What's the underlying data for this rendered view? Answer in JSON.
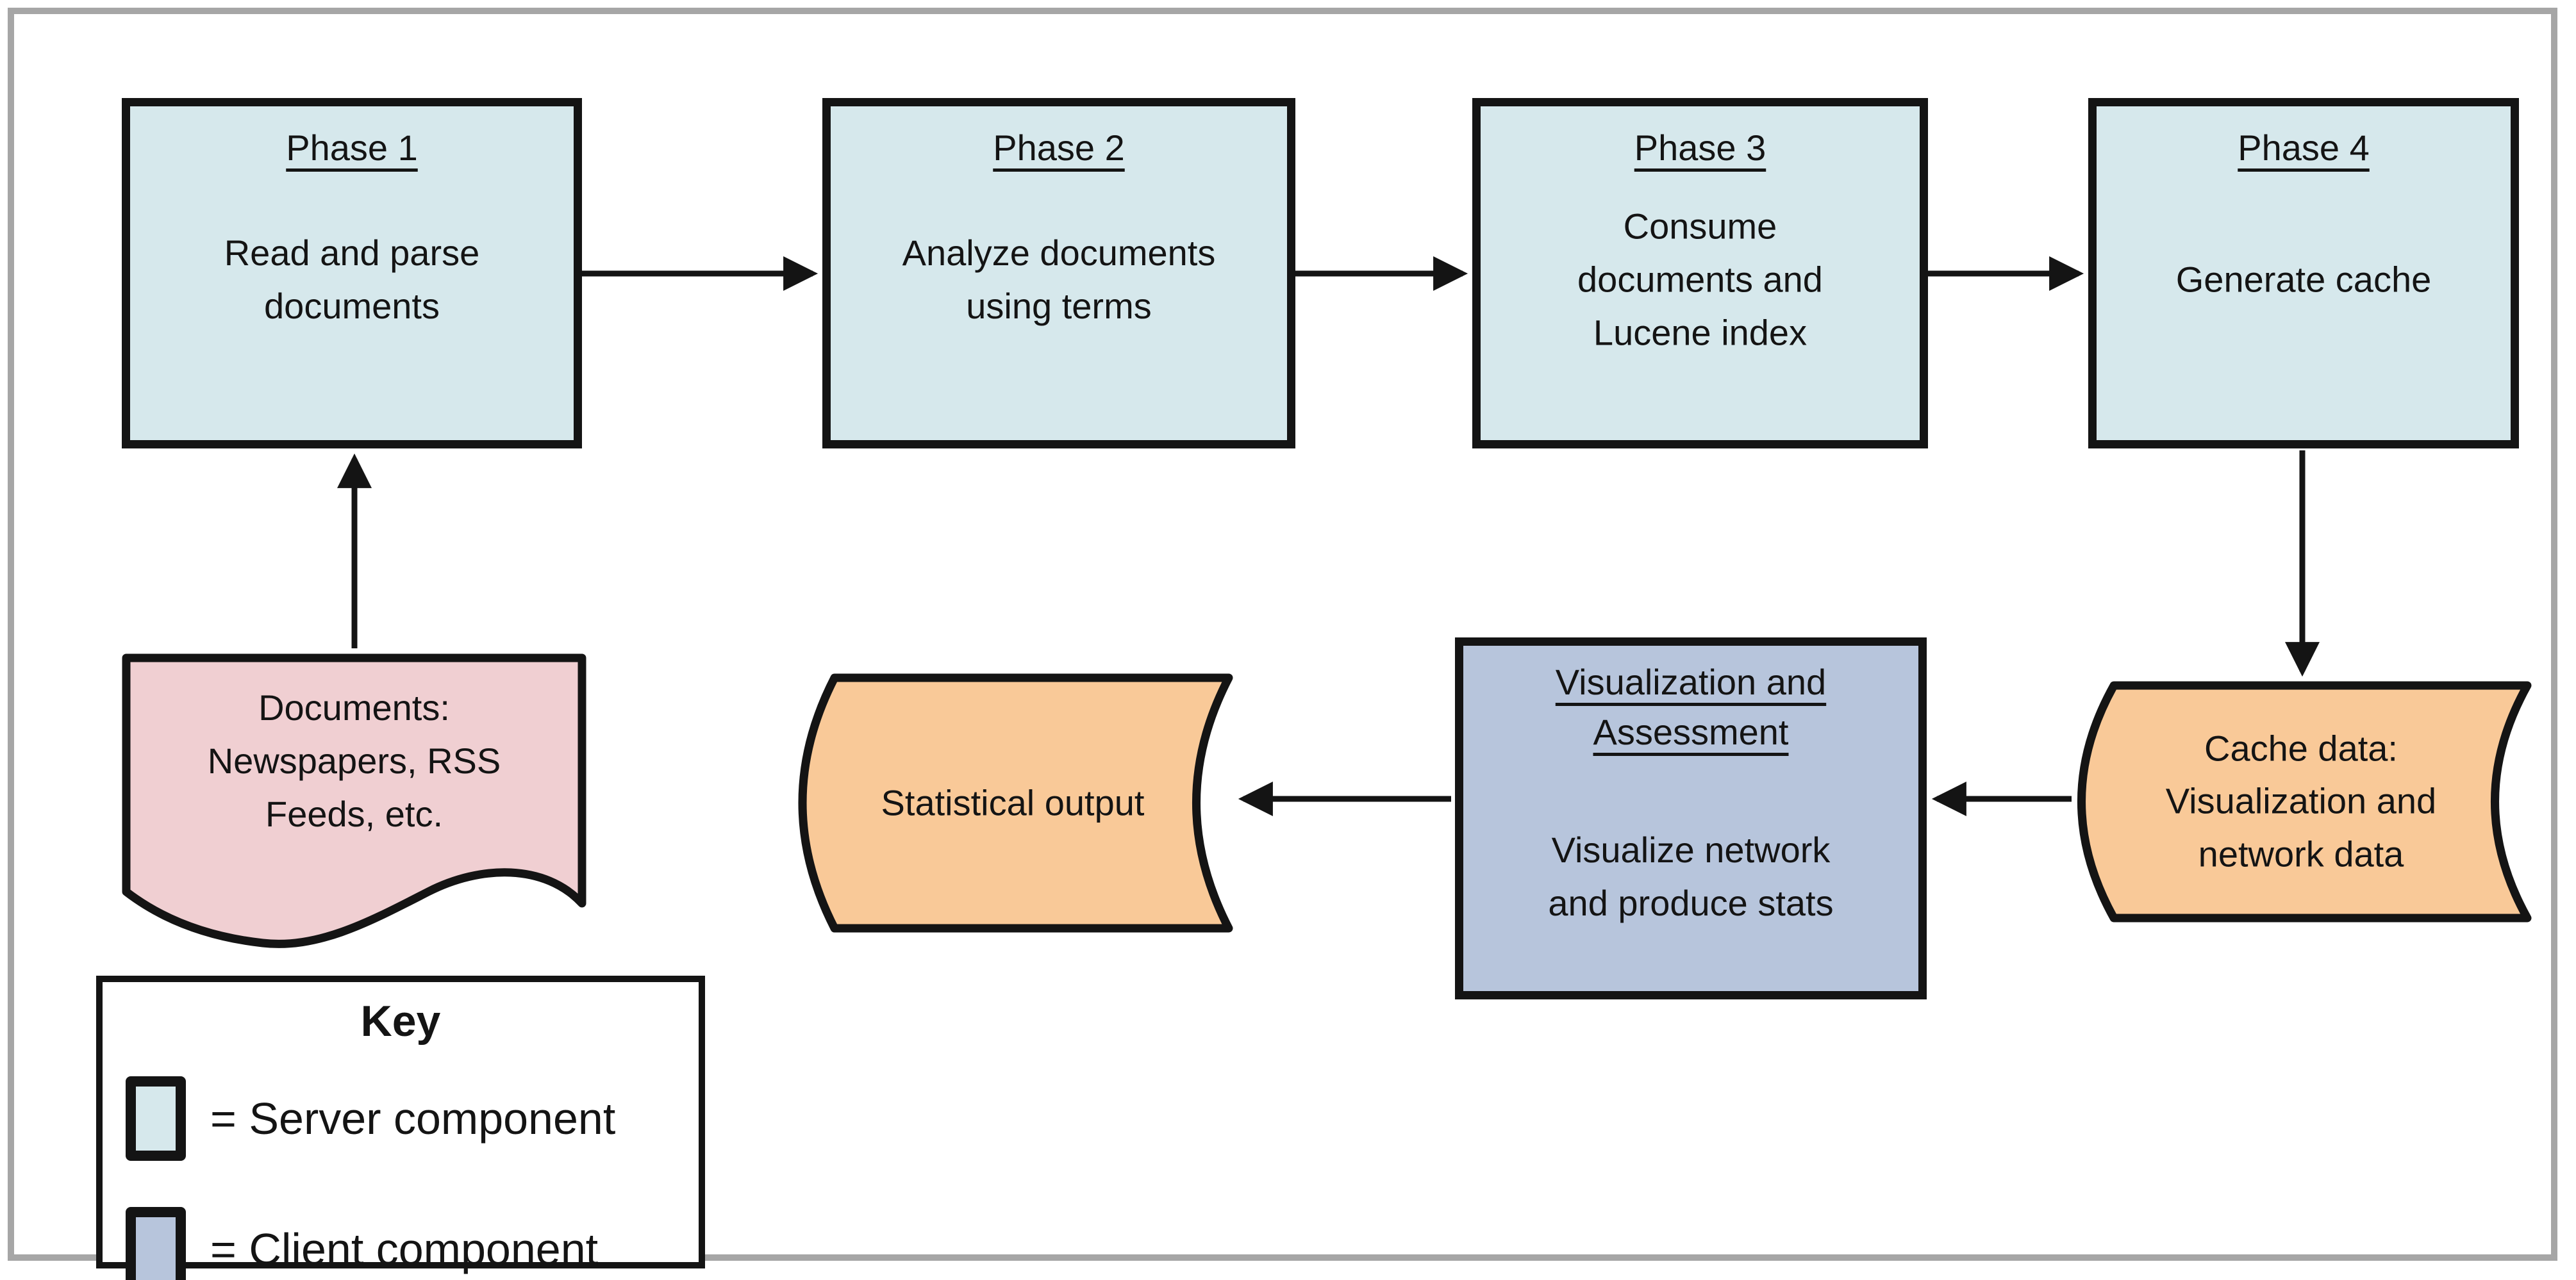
{
  "colors": {
    "outline": "#141414",
    "frame_border": "#a6a6a6",
    "server_fill": "#d6e8ec",
    "client_fill": "#b7c5dc",
    "document_fill": "#f0cfd2",
    "data_fill": "#f9c998"
  },
  "phases": [
    {
      "title": "Phase 1",
      "body": [
        "Read and parse",
        "documents"
      ]
    },
    {
      "title": "Phase 2",
      "body": [
        "Analyze documents",
        "using terms"
      ]
    },
    {
      "title": "Phase 3",
      "body": [
        "Consume",
        "documents and",
        "Lucene index"
      ]
    },
    {
      "title": "Phase 4",
      "body": [
        "Generate cache"
      ]
    }
  ],
  "documents_node": {
    "label": [
      "Documents:",
      "Newspapers, RSS",
      "Feeds, etc."
    ]
  },
  "statistical_node": {
    "label": [
      "Statistical output"
    ]
  },
  "client_node": {
    "title": [
      "Visualization and",
      "Assessment"
    ],
    "body": [
      "Visualize network",
      "and produce stats"
    ]
  },
  "cache_node": {
    "label": [
      "Cache data:",
      "Visualization and",
      "network data"
    ]
  },
  "key": {
    "title": "Key",
    "items": [
      {
        "swatch": "server",
        "label": "= Server component"
      },
      {
        "swatch": "client",
        "label": "= Client component"
      }
    ]
  }
}
